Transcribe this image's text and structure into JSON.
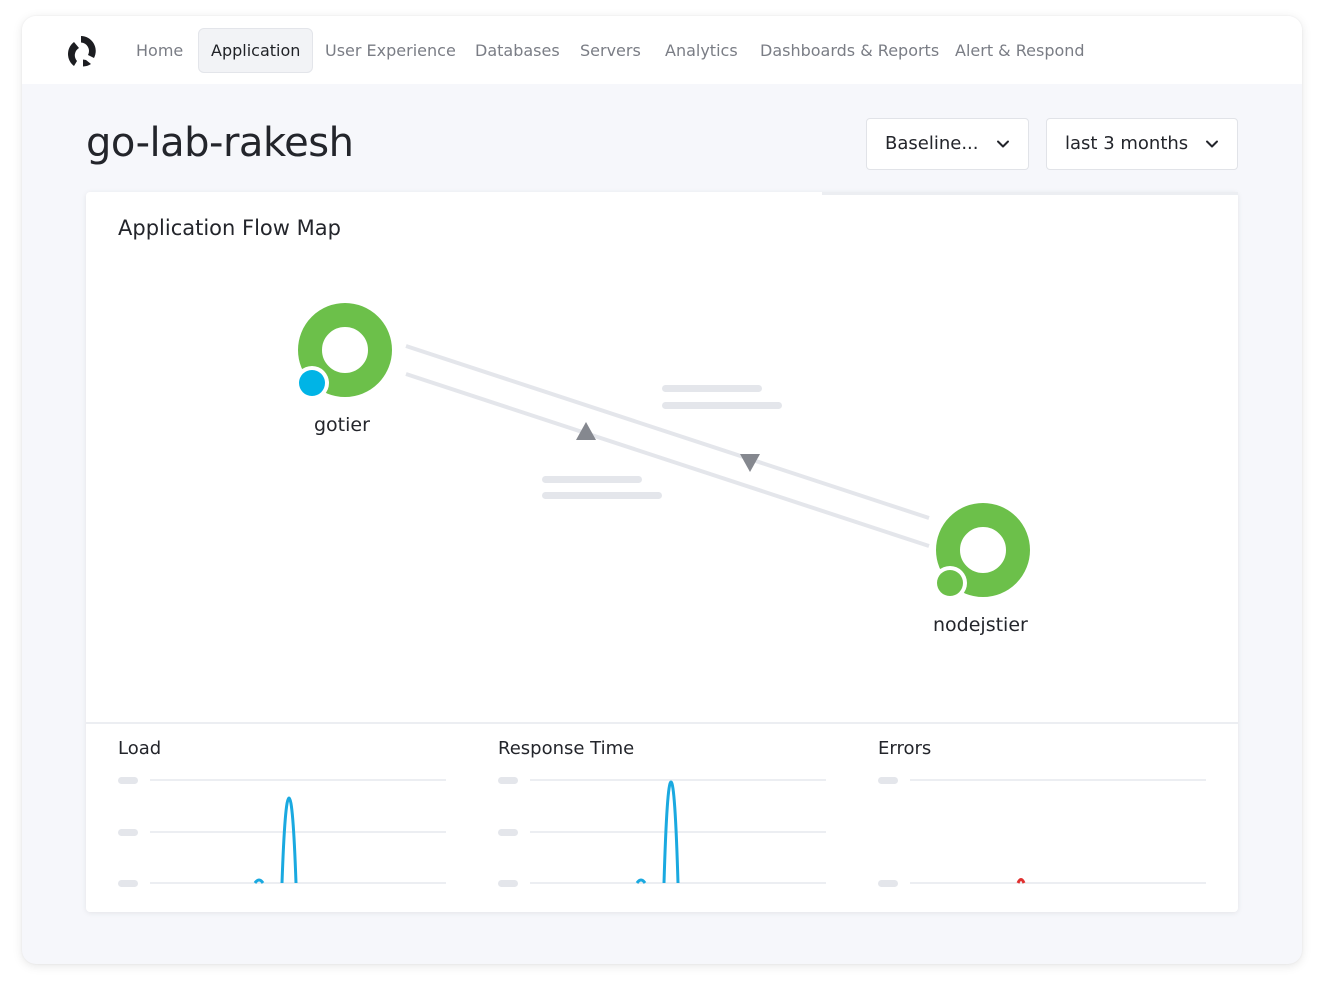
{
  "app": {
    "logo_icon": "brand-logo-icon",
    "nav": [
      {
        "label": "Home",
        "active": false
      },
      {
        "label": "Application",
        "active": true
      },
      {
        "label": "User Experience",
        "active": false
      },
      {
        "label": "Databases",
        "active": false
      },
      {
        "label": "Servers",
        "active": false
      },
      {
        "label": "Analytics",
        "active": false
      },
      {
        "label": "Dashboards & Reports",
        "active": false
      },
      {
        "label": "Alert & Respond",
        "active": false
      }
    ]
  },
  "header": {
    "title": "go-lab-rakesh",
    "baseline_select": {
      "value": "Baseline..."
    },
    "range_select": {
      "value": "last 3 months"
    }
  },
  "flow_map": {
    "title": "Application Flow Map",
    "nodes": [
      {
        "label": "gotier",
        "ring_color": "#6cc04a",
        "badge_color": "#00b4e6"
      },
      {
        "label": "nodejstier",
        "ring_color": "#6cc04a",
        "badge_color": "#6cc04a"
      }
    ]
  },
  "metrics": [
    {
      "title": "Load",
      "line_color": "#1aa9e0"
    },
    {
      "title": "Response Time",
      "line_color": "#1aa9e0"
    },
    {
      "title": "Errors",
      "line_color": "#e0302f"
    }
  ]
}
